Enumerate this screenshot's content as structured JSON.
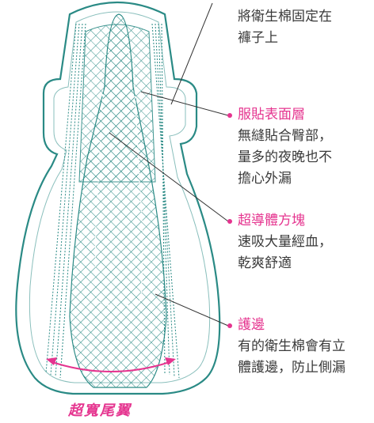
{
  "callouts": [
    {
      "title": "",
      "lines": [
        "將衛生棉固定在",
        "褲子上"
      ]
    },
    {
      "title": "服貼表面層",
      "lines": [
        "無縫貼合臀部，",
        "量多的夜晚也不",
        "擔心外漏"
      ]
    },
    {
      "title": "超導體方塊",
      "lines": [
        "速吸大量經血，",
        "乾爽舒適"
      ]
    },
    {
      "title": "護邊",
      "lines": [
        "有的衛生棉會有立",
        "體護邊，防止側漏"
      ]
    }
  ],
  "bottom_label": "超寬尾翼",
  "colors": {
    "teal": "#2a8a85",
    "pink": "#e5348f",
    "text": "#3a3a3a"
  }
}
